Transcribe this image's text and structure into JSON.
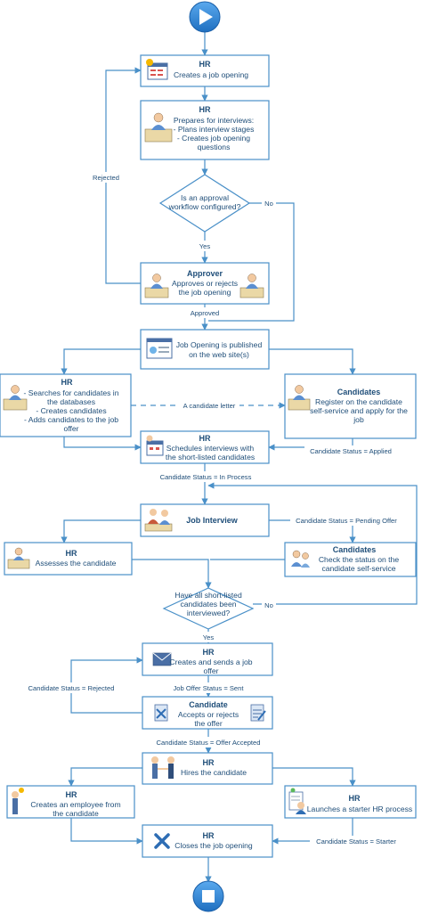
{
  "nodes": {
    "create": {
      "title": "HR",
      "lines": [
        "Creates a job opening"
      ]
    },
    "prepare": {
      "title": "HR",
      "lines": [
        "Prepares for interviews:",
        "- Plans interview stages",
        "- Creates job opening",
        "questions"
      ]
    },
    "approval_decision": {
      "lines": [
        "Is an approval",
        "workflow configured?"
      ]
    },
    "approver": {
      "title": "Approver",
      "lines": [
        "Approves or rejects",
        "the job opening"
      ]
    },
    "publish": {
      "lines": [
        "Job Opening is published",
        "on the web site(s)"
      ]
    },
    "search": {
      "title": "HR",
      "lines": [
        "- Searches for candidates in",
        "the databases",
        "- Creates candidates",
        "- Adds candidates to the job",
        "offer"
      ]
    },
    "register": {
      "title": "Candidates",
      "lines": [
        "Register on the candidate",
        "self-service and apply for the",
        "job"
      ]
    },
    "schedule": {
      "title": "HR",
      "lines": [
        "Schedules interviews with",
        "the short-listed candidates"
      ]
    },
    "interview": {
      "title": "Job Interview"
    },
    "assess": {
      "title": "HR",
      "lines": [
        "Assesses the candidate"
      ]
    },
    "check_status": {
      "title": "Candidates",
      "lines": [
        "Check the status on the",
        "candidate self-service"
      ]
    },
    "interview_decision": {
      "lines": [
        "Have all short-listed",
        "candidates been",
        "interviewed?"
      ]
    },
    "offer": {
      "title": "HR",
      "lines": [
        "Creates and sends a job",
        "offer"
      ]
    },
    "accept": {
      "title": "Candidate",
      "lines": [
        "Accepts or rejects",
        "the offer"
      ]
    },
    "hire": {
      "title": "HR",
      "lines": [
        "Hires the candidate"
      ]
    },
    "employee": {
      "title": "HR",
      "lines": [
        "Creates an employee from",
        "the candidate"
      ]
    },
    "starter": {
      "title": "HR",
      "lines": [
        "Launches a starter HR process"
      ]
    },
    "close": {
      "title": "HR",
      "lines": [
        "Closes the job opening"
      ]
    }
  },
  "edge_labels": {
    "rejected": "Rejected",
    "no_approval": "No",
    "yes_approval": "Yes",
    "approved": "Approved",
    "candidate_letter": "A candidate letter",
    "status_applied": "Candidate Status = Applied",
    "status_in_process": "Candidate Status = In Process",
    "status_pending_offer": "Candidate Status = Pending Offer",
    "no_interviews": "No",
    "yes_interviews": "Yes",
    "offer_sent": "Job Offer Status = Sent",
    "status_rejected": "Candidate Status = Rejected",
    "status_offer_accepted": "Candidate Status = Offer Accepted",
    "status_starter": "Candidate Status = Starter"
  },
  "colors": {
    "border": "#4a90c8",
    "text": "#1f4e79",
    "terminal": "#2e86de"
  },
  "icons": {
    "start": "play-icon",
    "end": "stop-icon",
    "close": "x-mark-icon"
  }
}
